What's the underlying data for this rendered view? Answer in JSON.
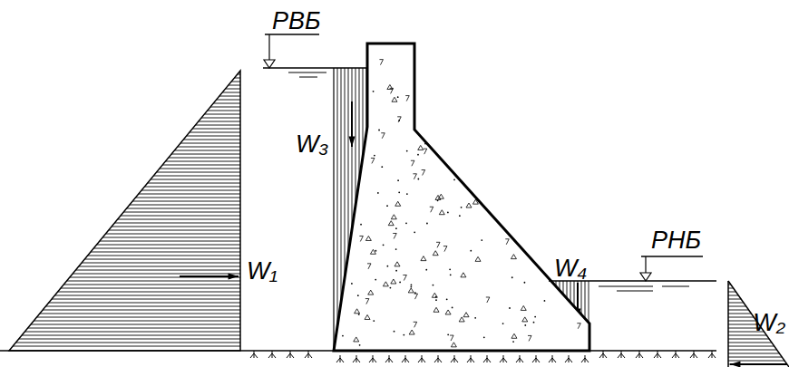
{
  "diagram": {
    "labels": [
      "РВБ",
      "W₃",
      "W₁",
      "W₄",
      "РНБ",
      "W₂"
    ]
  }
}
